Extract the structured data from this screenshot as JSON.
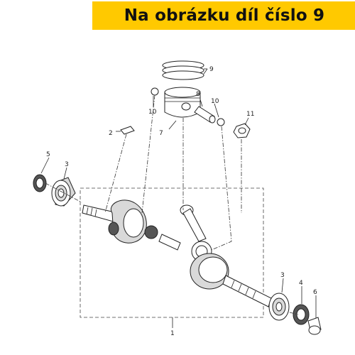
{
  "banner": {
    "text": "Na obrázku díl číslo 9"
  },
  "callouts": {
    "c1": "1",
    "c2": "2",
    "c3a": "3",
    "c3b": "3",
    "c4": "4",
    "c5": "5",
    "c6": "6",
    "c7": "7",
    "c8": "8",
    "c9": "9",
    "c10a": "10",
    "c10b": "10",
    "c11": "11"
  },
  "colors": {
    "banner_bg": "#ffc900",
    "banner_text": "#111111"
  }
}
